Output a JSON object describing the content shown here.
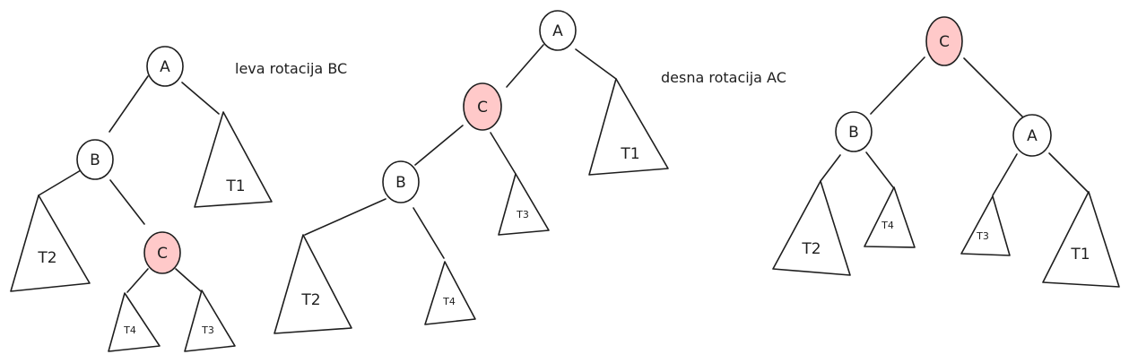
{
  "colors": {
    "stroke": "#1e1e1e",
    "node_fill": "#ffffff",
    "highlight_fill": "#ffc9c9",
    "background": "#ffffff"
  },
  "captions": {
    "left_rotation": "leva rotacija BC",
    "right_rotation": "desna rotacija AC"
  },
  "trees": [
    {
      "nodes": {
        "a": "A",
        "b": "B",
        "c": "C"
      },
      "subtrees": {
        "t1": "T1",
        "t2": "T2",
        "t3": "T3",
        "t4": "T4"
      },
      "highlighted": "C"
    },
    {
      "nodes": {
        "a": "A",
        "c": "C",
        "b": "B"
      },
      "subtrees": {
        "t1": "T1",
        "t3": "T3",
        "t2": "T2",
        "t4": "T4"
      },
      "highlighted": "C"
    },
    {
      "nodes": {
        "c": "C",
        "b": "B",
        "a": "A"
      },
      "subtrees": {
        "t2": "T2",
        "t4": "T4",
        "t3": "T3",
        "t1": "T1"
      },
      "highlighted": "C"
    }
  ]
}
